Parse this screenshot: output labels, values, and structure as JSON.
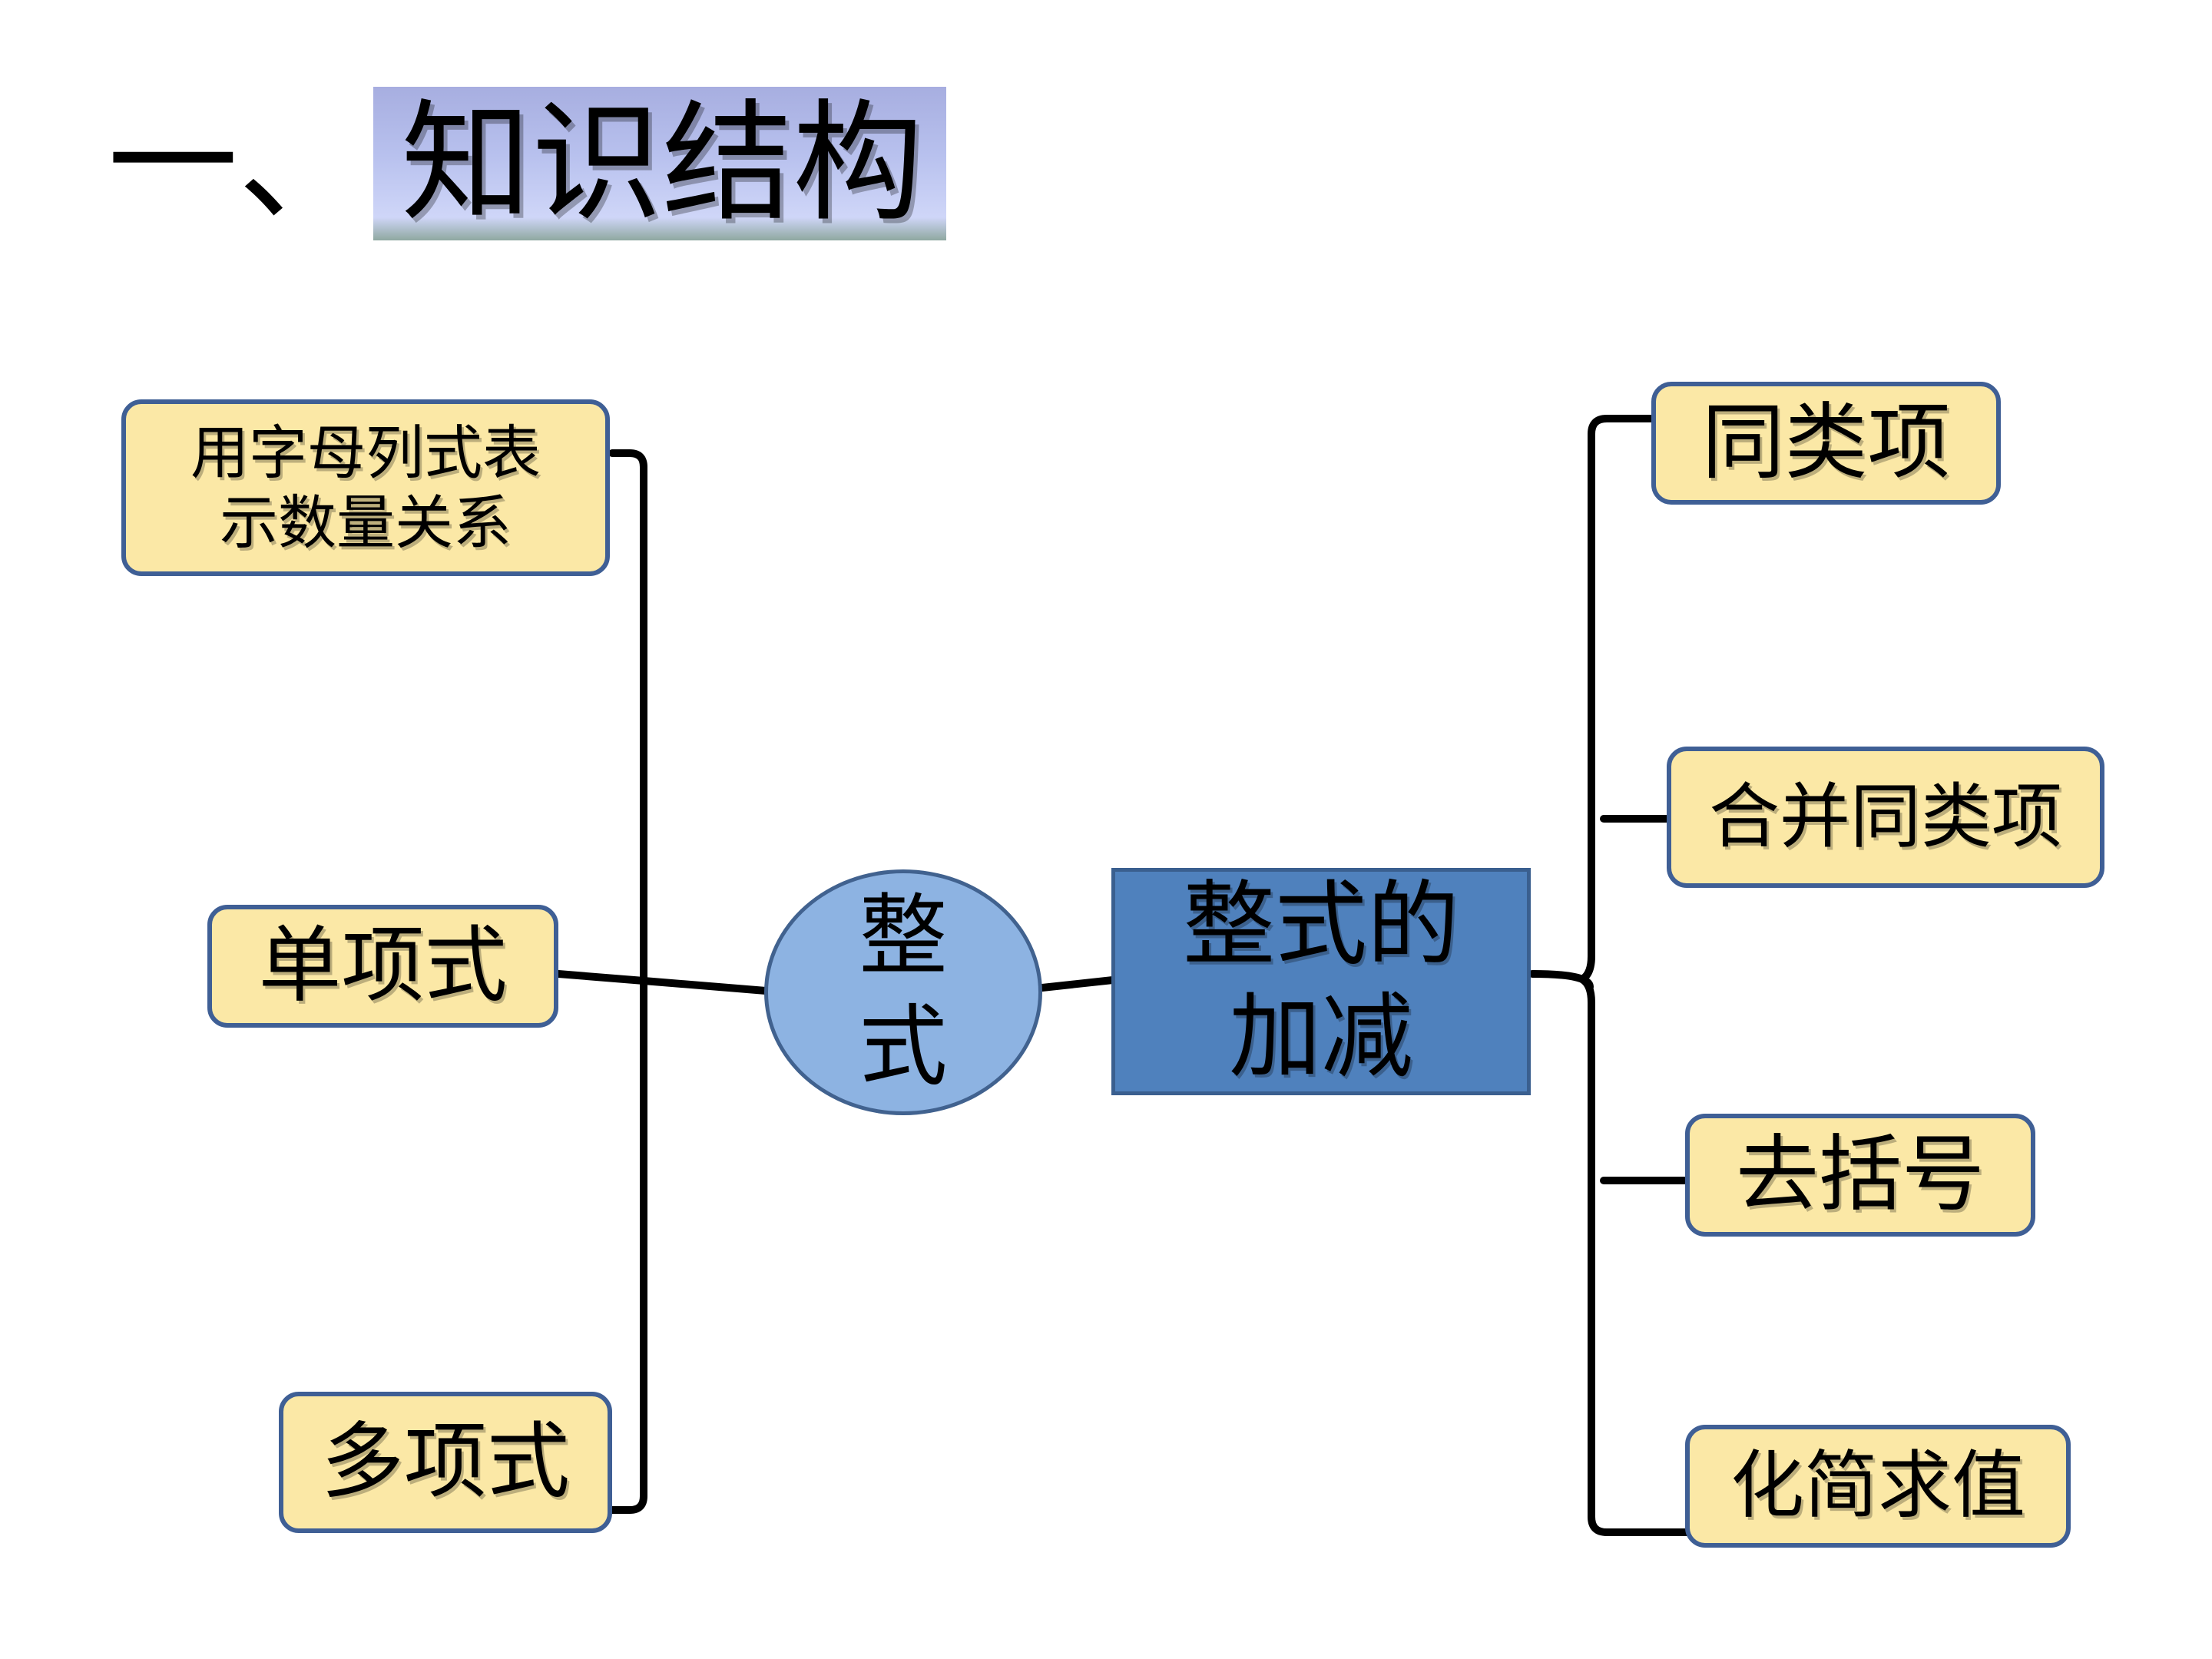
{
  "title": {
    "prefix": "一、",
    "main": "知识结构"
  },
  "center": {
    "line1": "整",
    "line2": "式"
  },
  "main_topic": {
    "line1": "整式的",
    "line2": "加减"
  },
  "left_branches": [
    {
      "line1": "用字母列式表",
      "line2": "示数量关系"
    },
    {
      "label": "单项式"
    },
    {
      "label": "多项式"
    }
  ],
  "right_branches": [
    {
      "label": "同类项"
    },
    {
      "label": "合并同类项"
    },
    {
      "label": "去括号"
    },
    {
      "label": "化简求值"
    }
  ],
  "colors": {
    "node_fill": "#fbe8a6",
    "node_border": "#3f5f95",
    "center_fill": "#8db3e2",
    "main_fill": "#4f81bd",
    "connector": "#000000"
  }
}
